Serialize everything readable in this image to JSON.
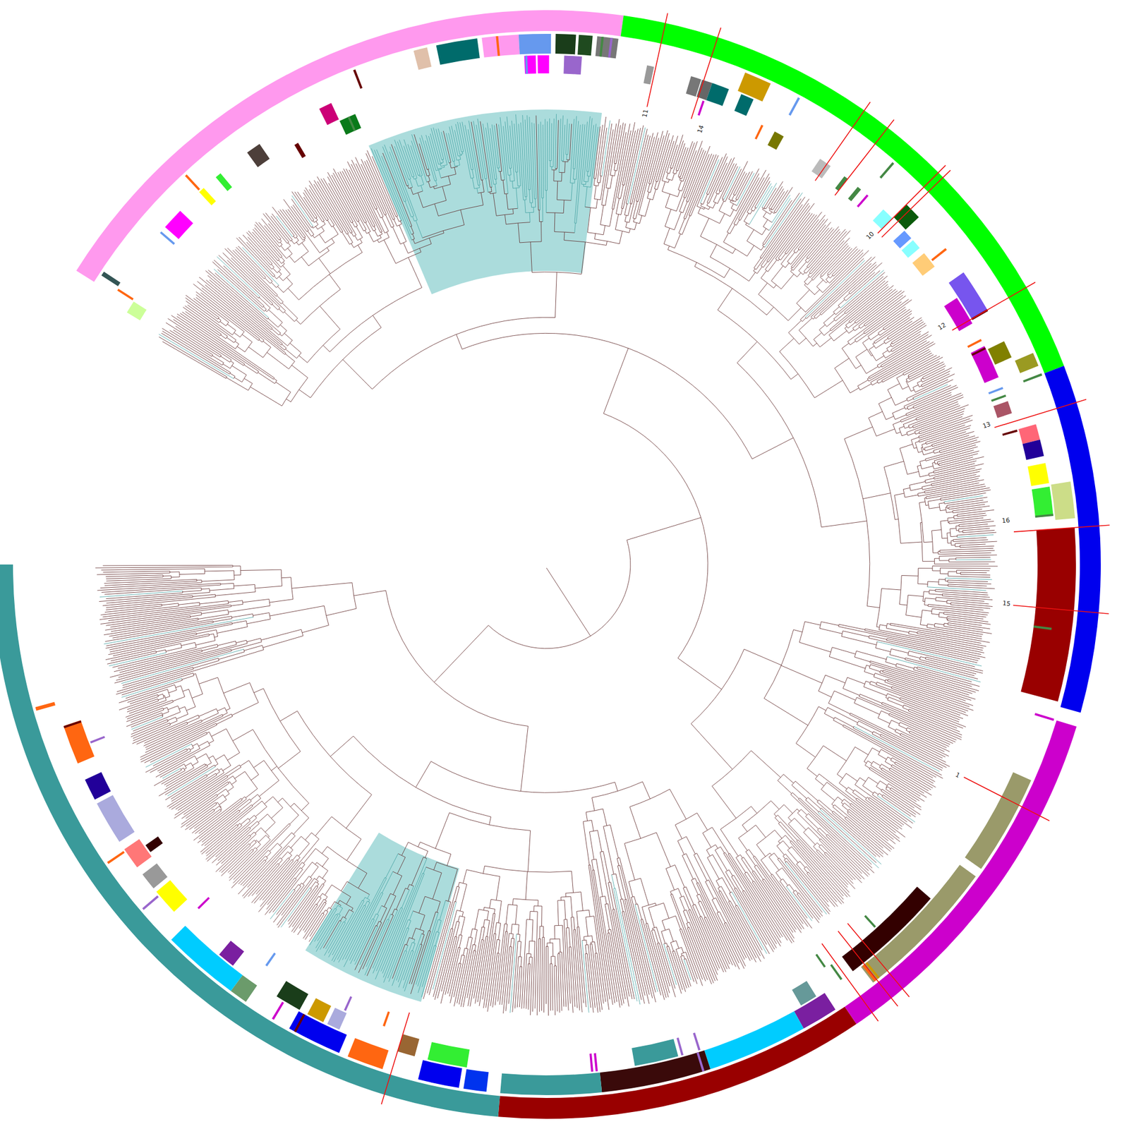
{
  "diagram": {
    "labels": [
      "11",
      "14",
      "10",
      "12",
      "13",
      "16",
      "15",
      "1"
    ]
  }
}
